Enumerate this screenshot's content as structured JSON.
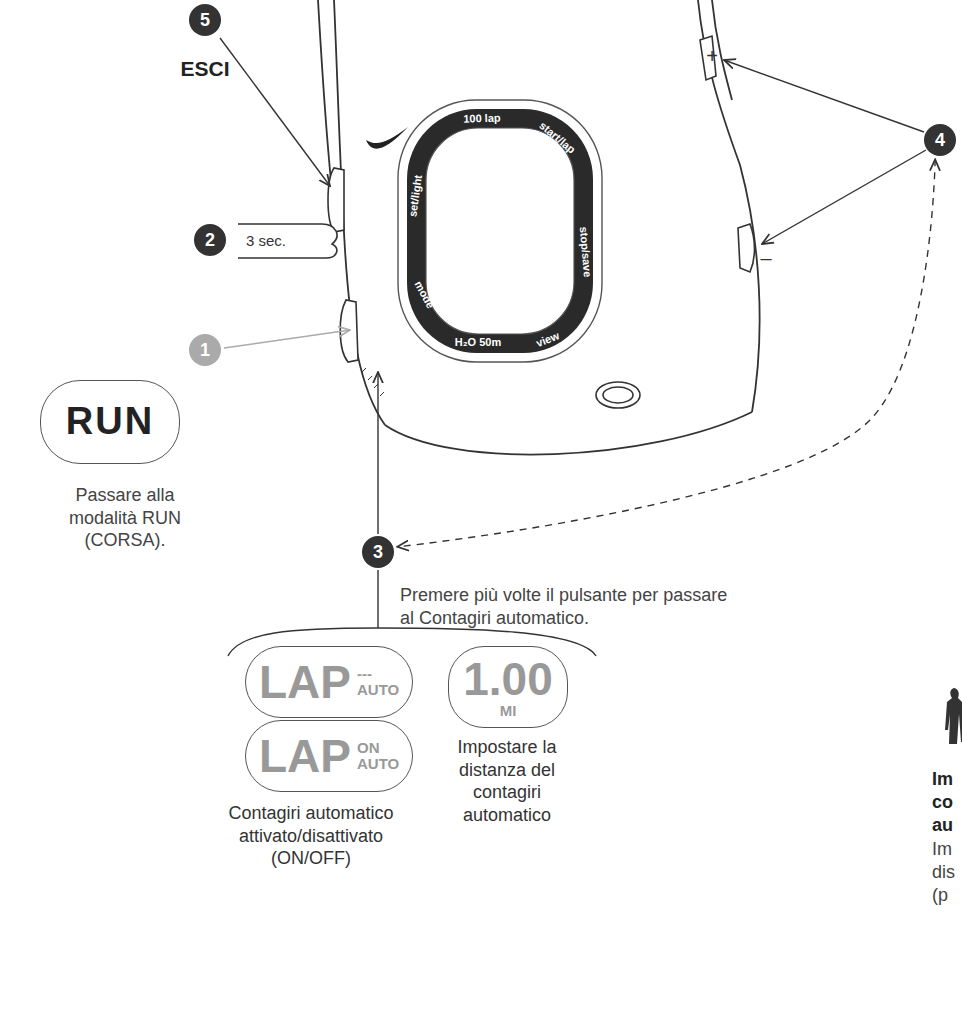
{
  "diagram": {
    "nodes": [
      {
        "text": [
          "5"
        ]
      },
      {
        "text": [
          "2"
        ]
      },
      {
        "text": [
          "4"
        ]
      },
      {
        "text": [
          "1"
        ]
      },
      {
        "text": [
          "RUN"
        ]
      },
      {
        "text": [
          "3"
        ]
      },
      {
        "text": [
          "LAP",
          "---",
          "AUTO"
        ]
      },
      {
        "text": [
          "LAP",
          "ON",
          "AUTO"
        ]
      },
      {
        "text": [
          "1.00",
          "MI"
        ]
      }
    ],
    "edges": [
      {
        "from": 2,
        "to": 5,
        "arrow": "both"
      }
    ],
    "labels": [
      "ESCI",
      "3 sec.",
      "+",
      "–",
      "100 lap",
      "start/lap",
      "stop/save",
      "view",
      "H₂O 50m",
      "mode",
      "set/light",
      "Passare alla modalità RUN (CORSA).",
      "Premere più volte il pulsante per passare al Contagiri automatico.",
      "Contagiri automatico attivato/disattivato (ON/OFF)",
      "Impostare la distanza del contagiri automatico",
      "Im",
      "co",
      "au",
      "Im",
      "dis",
      "(p"
    ]
  }
}
